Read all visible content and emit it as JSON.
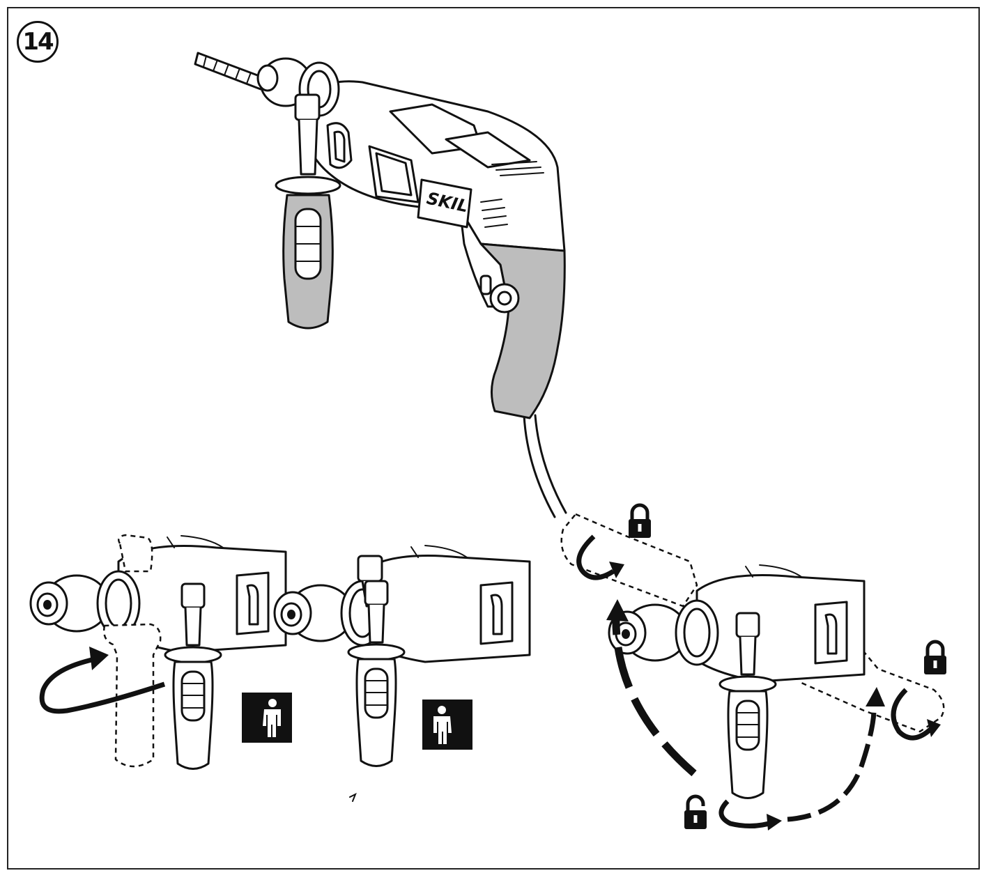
{
  "figure": {
    "number_label": "14",
    "brand_label": "SKIL"
  },
  "icons": {
    "lock_top": "locked-padlock-icon",
    "lock_right": "locked-padlock-icon",
    "lock_bottom": "unlocked-padlock-icon",
    "pictogram_right_handed": "right-handed-user-pictogram",
    "pictogram_left_handed": "left-handed-user-pictogram"
  },
  "colors": {
    "line": "#111111",
    "grip": "#bdbdbd",
    "background": "#ffffff"
  }
}
